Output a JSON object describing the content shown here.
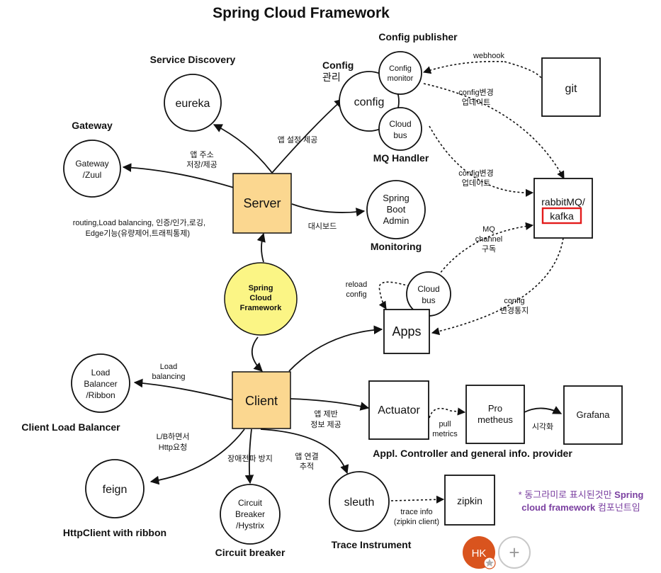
{
  "title": "Spring Cloud Framework",
  "headings": {
    "config_publisher": "Config publisher",
    "service_discovery": "Service Discovery",
    "config": "Config",
    "config_kr": "관리",
    "gateway": "Gateway",
    "mq_handler": "MQ Handler",
    "monitoring": "Monitoring",
    "client_lb": "Client Load Balancer",
    "httpclient": "HttpClient with ribbon",
    "circuit_breaker": "Circuit breaker",
    "trace_instrument": "Trace Instrument",
    "appl_controller": "Appl. Controller and general info. provider"
  },
  "nodes": {
    "eureka": "eureka",
    "gateway_zuul": [
      "Gateway",
      "/Zuul"
    ],
    "server": "Server",
    "config_monitor": [
      "Config",
      "monitor"
    ],
    "config": "config",
    "cloud_bus_top": [
      "Cloud",
      "bus"
    ],
    "git": "git",
    "rabbitmq": "rabbitMQ/",
    "kafka": "kafka",
    "spring_boot_admin": [
      "Spring",
      "Boot",
      "Admin"
    ],
    "scf_center": [
      "Spring",
      "Cloud",
      "Framework"
    ],
    "cloud_bus_apps": [
      "Cloud",
      "bus"
    ],
    "apps": "Apps",
    "load_balancer": [
      "Load",
      "Balancer",
      "/Ribbon"
    ],
    "client": "Client",
    "actuator": "Actuator",
    "prometheus": [
      "Pro",
      "metheus"
    ],
    "grafana": "Grafana",
    "feign": "feign",
    "circuit_breaker_node": [
      "Circuit",
      "Breaker",
      "/Hystrix"
    ],
    "sleuth": "sleuth",
    "zipkin": "zipkin"
  },
  "edge_labels": {
    "webhook": "webhook",
    "config_update_1": [
      "config변경",
      "업데이트"
    ],
    "config_update_2": [
      "config변경",
      "업데이트"
    ],
    "app_config": "앱 설정 제공",
    "app_address": [
      "앱 주소",
      "저장/제공"
    ],
    "routing": [
      "routing,Load balancing, 인증/인가,로깅,",
      "Edge기능(유량제어,트래픽통제)"
    ],
    "dashboard": "대시보드",
    "mq_channel": [
      "MQ",
      "channel",
      "구독"
    ],
    "reload_config": [
      "reload",
      "config"
    ],
    "config_notify": [
      "config",
      "변경통지"
    ],
    "load_balancing": [
      "Load",
      "balancing"
    ],
    "lb_http": [
      "L/B하면서",
      "Http요청"
    ],
    "app_control": [
      "앱 제반",
      "정보 제공"
    ],
    "pull_metrics": [
      "pull",
      "metrics"
    ],
    "visualize": "시각화",
    "fault_prevent": "장애전파 방지",
    "app_trace": [
      "앱 연결",
      "추적"
    ],
    "trace_info": [
      "trace info",
      "(zipkin client)"
    ]
  },
  "note": {
    "line1_prefix": "* 동그라미로 표시된것만 ",
    "line1_bold": "Spring",
    "line2_bold": "cloud framework",
    "line2_suffix": " 컴포넌트임"
  },
  "footer": {
    "avatar_initials": "HK",
    "add_symbol": "+"
  },
  "colors": {
    "server_client_fill": "#fbd790",
    "center_fill": "#fbf585",
    "note_text": "#7a3fa0",
    "kafka_border": "#e31b1b",
    "avatar_bg": "#d9541e"
  }
}
